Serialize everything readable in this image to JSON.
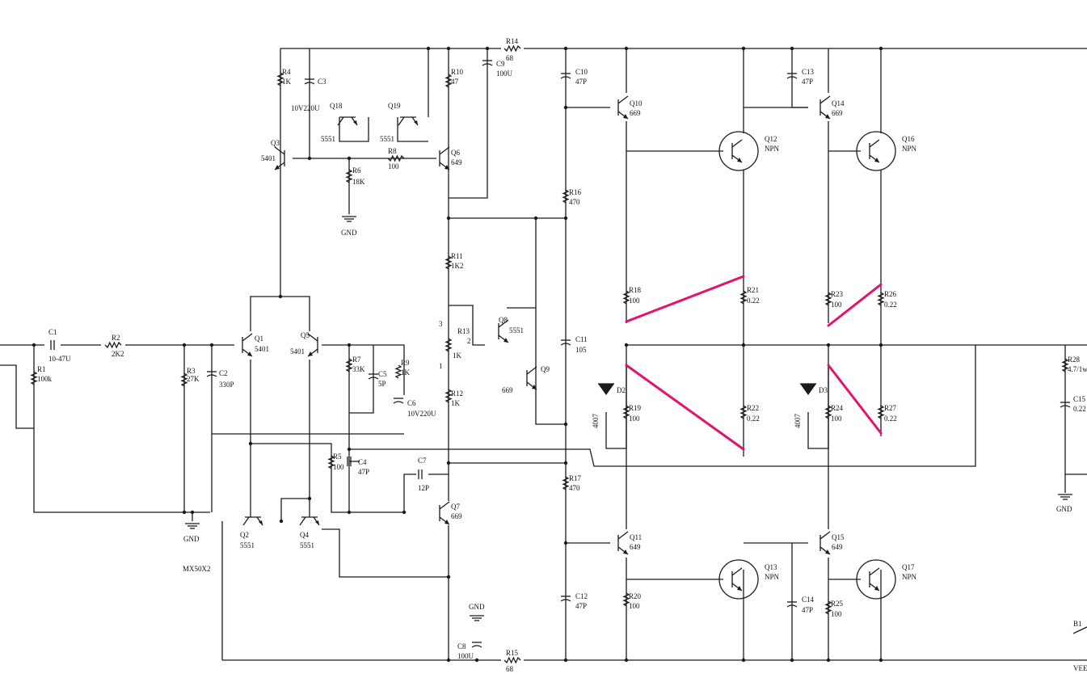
{
  "schematic": {
    "part_no": "MX50X2",
    "nets": {
      "gnd": "GND",
      "vee": "VEE"
    },
    "components": [
      {
        "ref": "R1",
        "value": "100k"
      },
      {
        "ref": "C1",
        "value": "10-47U"
      },
      {
        "ref": "R2",
        "value": "2K2"
      },
      {
        "ref": "R3",
        "value": "27K"
      },
      {
        "ref": "C2",
        "value": "330P"
      },
      {
        "ref": "Q1",
        "value": "5401"
      },
      {
        "ref": "Q5",
        "value": "5401"
      },
      {
        "ref": "Q2",
        "value": "5551"
      },
      {
        "ref": "Q4",
        "value": "5551"
      },
      {
        "ref": "Q3",
        "value": "5401"
      },
      {
        "ref": "R4",
        "value": "1K"
      },
      {
        "ref": "C3",
        "value": "10V220U"
      },
      {
        "ref": "Q18",
        "value": "5551"
      },
      {
        "ref": "Q19",
        "value": "5551"
      },
      {
        "ref": "R6",
        "value": "18K"
      },
      {
        "ref": "R8",
        "value": "100"
      },
      {
        "ref": "R10",
        "value": "47"
      },
      {
        "ref": "Q6",
        "value": "649"
      },
      {
        "ref": "C9",
        "value": "100U"
      },
      {
        "ref": "R14",
        "value": "68"
      },
      {
        "ref": "R7",
        "value": "33K"
      },
      {
        "ref": "C5",
        "value": "5P"
      },
      {
        "ref": "R9",
        "value": "1K"
      },
      {
        "ref": "C6",
        "value": "10V220U"
      },
      {
        "ref": "R5",
        "value": "100"
      },
      {
        "ref": "C4",
        "value": "47P"
      },
      {
        "ref": "C7",
        "value": "12P"
      },
      {
        "ref": "Q7",
        "value": "669"
      },
      {
        "ref": "R11",
        "value": "1K2"
      },
      {
        "ref": "R13",
        "value": "1K"
      },
      {
        "ref": "R12",
        "value": "1K"
      },
      {
        "ref": "Q8",
        "value": "5551"
      },
      {
        "ref": "Q9",
        "value": "669"
      },
      {
        "ref": "C8",
        "value": "100U"
      },
      {
        "ref": "R15",
        "value": "68"
      },
      {
        "ref": "C10",
        "value": "47P"
      },
      {
        "ref": "R16",
        "value": "470"
      },
      {
        "ref": "C11",
        "value": "105"
      },
      {
        "ref": "R17",
        "value": "470"
      },
      {
        "ref": "C12",
        "value": "47P"
      },
      {
        "ref": "Q10",
        "value": "669"
      },
      {
        "ref": "Q11",
        "value": "649"
      },
      {
        "ref": "Q12",
        "value": "NPN"
      },
      {
        "ref": "Q13",
        "value": "NPN"
      },
      {
        "ref": "R18",
        "value": "100"
      },
      {
        "ref": "R19",
        "value": "100"
      },
      {
        "ref": "R20",
        "value": "100"
      },
      {
        "ref": "R21",
        "value": "0.22"
      },
      {
        "ref": "R22",
        "value": "0.22"
      },
      {
        "ref": "D2",
        "value": "4007"
      },
      {
        "ref": "C13",
        "value": "47P"
      },
      {
        "ref": "C14",
        "value": "47P"
      },
      {
        "ref": "Q14",
        "value": "669"
      },
      {
        "ref": "Q15",
        "value": "649"
      },
      {
        "ref": "Q16",
        "value": "NPN"
      },
      {
        "ref": "Q17",
        "value": "NPN"
      },
      {
        "ref": "R23",
        "value": "100"
      },
      {
        "ref": "R24",
        "value": "100"
      },
      {
        "ref": "R25",
        "value": "100"
      },
      {
        "ref": "R26",
        "value": "0.22"
      },
      {
        "ref": "R27",
        "value": "0.22"
      },
      {
        "ref": "D3",
        "value": "4007"
      },
      {
        "ref": "R28",
        "value": "4.7/1w"
      },
      {
        "ref": "C15",
        "value": "0.22"
      },
      {
        "ref": "B1",
        "value": ""
      }
    ],
    "pot_pins": [
      "3",
      "2",
      "1"
    ],
    "highlight_color": "#e2136e",
    "wire_color": "#1a1a1a"
  }
}
